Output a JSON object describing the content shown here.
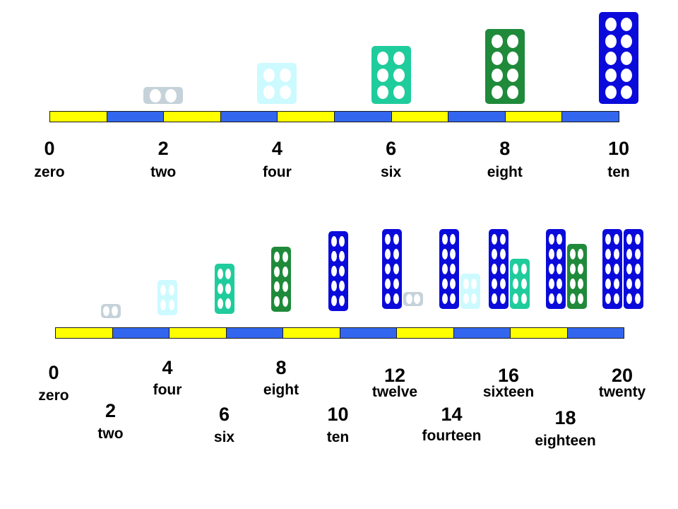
{
  "colors": {
    "yellow": "#ffff00",
    "blue": "#3366ee",
    "two": "#c5d2da",
    "four": "#ccfaff",
    "six": "#1fcc9c",
    "eight": "#1f8a3a",
    "ten": "#0a0adb"
  },
  "diagrams": [
    {
      "name": "counting-by-twos-to-ten",
      "segments": 10,
      "labels": [
        {
          "value": 0,
          "number": "0",
          "word": "zero"
        },
        {
          "value": 2,
          "number": "2",
          "word": "two"
        },
        {
          "value": 4,
          "number": "4",
          "word": "four"
        },
        {
          "value": 6,
          "number": "6",
          "word": "six"
        },
        {
          "value": 8,
          "number": "8",
          "word": "eight"
        },
        {
          "value": 10,
          "number": "10",
          "word": "ten"
        }
      ]
    },
    {
      "name": "counting-by-twos-to-twenty",
      "segments": 10,
      "labels": [
        {
          "value": 0,
          "number": "0",
          "word": "zero"
        },
        {
          "value": 2,
          "number": "2",
          "word": "two"
        },
        {
          "value": 4,
          "number": "4",
          "word": "four"
        },
        {
          "value": 6,
          "number": "6",
          "word": "six"
        },
        {
          "value": 8,
          "number": "8",
          "word": "eight"
        },
        {
          "value": 10,
          "number": "10",
          "word": "ten"
        },
        {
          "value": 12,
          "number": "12",
          "word": "twelve"
        },
        {
          "value": 14,
          "number": "14",
          "word": "fourteen"
        },
        {
          "value": 16,
          "number": "16",
          "word": "sixteen"
        },
        {
          "value": 18,
          "number": "18",
          "word": "eighteen"
        },
        {
          "value": 20,
          "number": "20",
          "word": "twenty"
        }
      ]
    }
  ]
}
